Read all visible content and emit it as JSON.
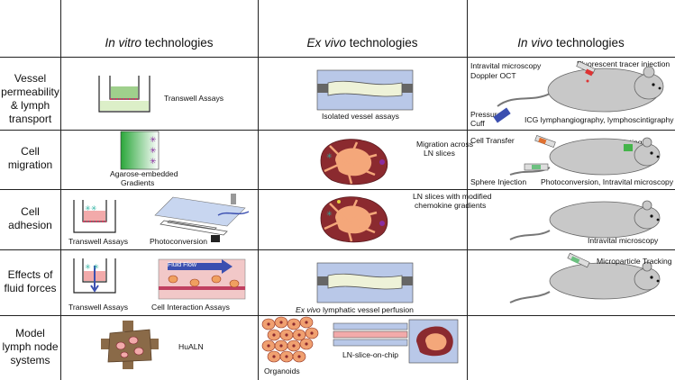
{
  "headers": {
    "in_vitro": {
      "em": "In vitro",
      "rest": " technologies"
    },
    "ex_vivo": {
      "em": "Ex vivo",
      "rest": " technologies"
    },
    "in_vivo": {
      "em": "In vivo",
      "rest": " technologies"
    }
  },
  "rows": [
    {
      "label": "Vessel permeability & lymph transport",
      "in_vitro": [
        "Transwell Assays"
      ],
      "ex_vivo": [
        "Isolated vessel assays"
      ],
      "in_vivo": [
        "Intravital microscopy",
        "Doppler OCT",
        "Fluorescent tracer injection",
        "Pressure",
        "Cuff",
        "ICG lymphangiography, lymphoscintigraphy"
      ]
    },
    {
      "label": "Cell migration",
      "in_vitro": [
        "Agarose-embedded",
        "Gradients"
      ],
      "ex_vivo": [
        "Migration across",
        "LN slices"
      ],
      "in_vivo": [
        "Cell Transfer",
        "FITC Painting",
        "Sphere Injection",
        "Photoconversion, Intravital microscopy"
      ]
    },
    {
      "label": "Cell adhesion",
      "in_vitro": [
        "Transwell Assays",
        "Photoconversion"
      ],
      "ex_vivo": [
        "LN slices with modified",
        "chemokine gradients"
      ],
      "in_vivo": [
        "Intravital microscopy"
      ]
    },
    {
      "label": "Effects of fluid forces",
      "in_vitro": [
        "Transwell Assays",
        "Cell Interaction Assays",
        "Fluid Flow"
      ],
      "ex_vivo": {
        "em": "Ex vivo",
        "rest": " lymphatic vessel perfusion"
      },
      "in_vivo": [
        "Microparticle Tracking"
      ]
    },
    {
      "label": "Model lymph node systems",
      "in_vitro": [
        "HuALN"
      ],
      "ex_vivo": [
        "Organoids",
        "LN-slice-on-chip"
      ],
      "in_vivo": []
    }
  ],
  "colors": {
    "lines": "#222222",
    "mouse": "#c8c8c8",
    "ln_medulla": "#8b2a2f",
    "ln_cortex": "#f4a77a",
    "vessel_bg": "#b9c8e8",
    "vessel": "#eef2d8",
    "green": "#44b44a",
    "purple": "#8a2ca0",
    "teal": "#2ab0a0",
    "pink": "#f2aaaa"
  }
}
